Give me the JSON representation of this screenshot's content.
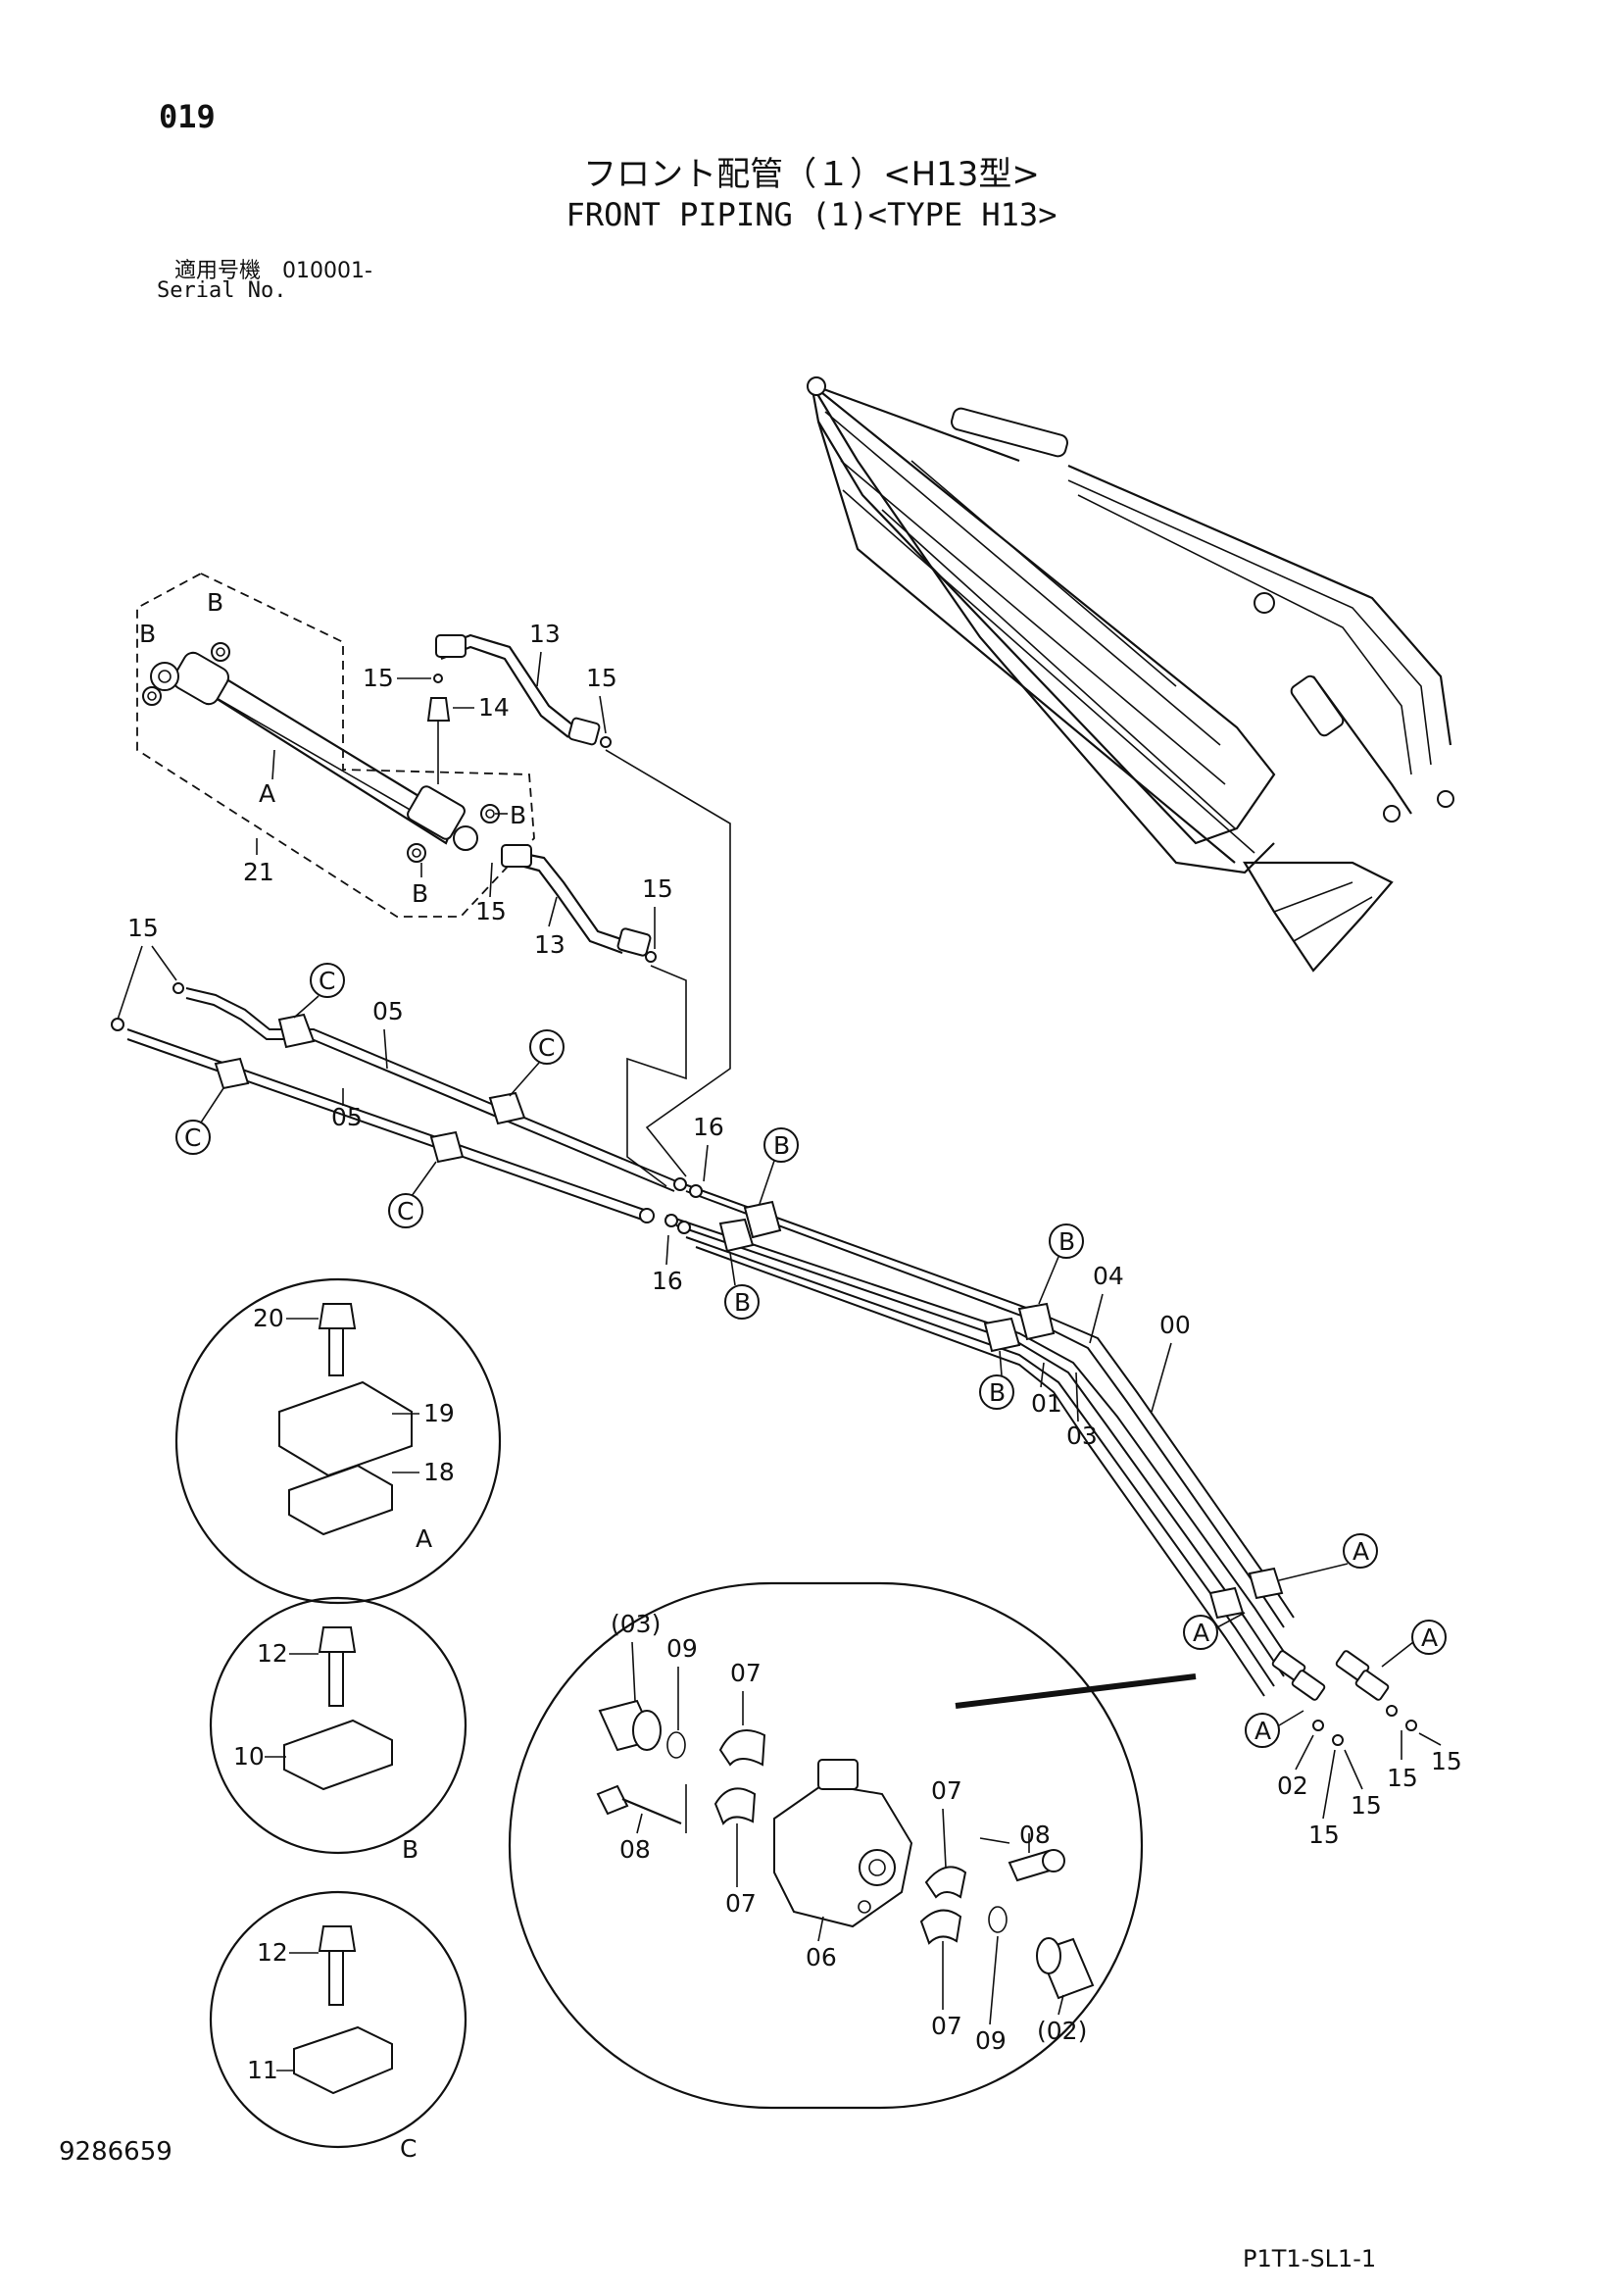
{
  "page_number": "019",
  "title_jp": "フロント配管（１）<H13型>",
  "title_en": "FRONT PIPING (1)<TYPE H13>",
  "serial_jp": "適用号機　010001-",
  "serial_en": "Serial No.",
  "document_number": "9286659",
  "page_code": "P1T1-SL1-1",
  "callouts": {
    "c00": "00",
    "c01": "01",
    "c02": "02",
    "c03": "03",
    "c04": "04",
    "c05a": "05",
    "c05b": "05",
    "c06": "06",
    "c07a": "07",
    "c07b": "07",
    "c07c": "07",
    "c07d": "07",
    "c08a": "08",
    "c08b": "08",
    "c09a": "09",
    "c09b": "09",
    "c03p": "(03)",
    "c02p": "(02)",
    "c10": "10",
    "c11": "11",
    "c12a": "12",
    "c12b": "12",
    "c13a": "13",
    "c13b": "13",
    "c14": "14",
    "c15a": "15",
    "c15b": "15",
    "c15c": "15",
    "c15d": "15",
    "c15e": "15",
    "c15f": "15",
    "c15g": "15",
    "c15h": "15",
    "c16a": "16",
    "c16b": "16",
    "c18": "18",
    "c19": "19",
    "c20": "20",
    "c21": "21"
  },
  "ref_letters": {
    "A": "A",
    "B": "B",
    "C": "C"
  }
}
